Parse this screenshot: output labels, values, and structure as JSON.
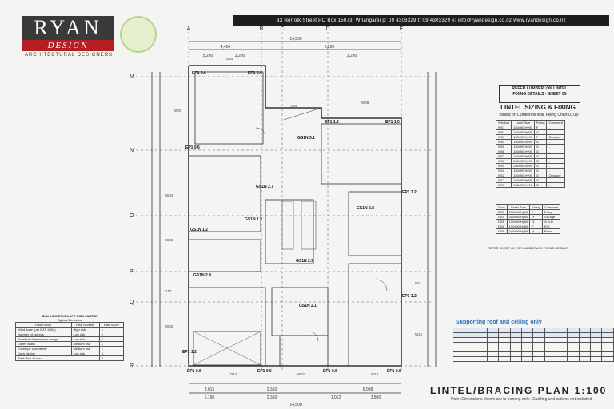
{
  "brand": {
    "name": "RYAN",
    "sub": "DESIGN",
    "tagline": "ARCHITECTURAL DESIGNERS"
  },
  "header": {
    "contact": "33 Norfolk Street PO Box 15073, Whangarei p: 09 4303329 f: 09 4303329 e: info@ryandesign.co.nz www.ryandesign.co.nz"
  },
  "grid_labels": {
    "columns": [
      "A",
      "B",
      "C",
      "D",
      "E"
    ],
    "rows": [
      "M",
      "N",
      "O",
      "P",
      "Q",
      "R"
    ]
  },
  "plan_labels": {
    "overall_width": "14,500",
    "top_dims": [
      "4,450",
      "6,290",
      "5,290",
      "3,200",
      "3,290"
    ],
    "bottom_dims": [
      "8,015",
      "2,350",
      "6,098",
      "6,190",
      "2,350",
      "1,012",
      "3,890",
      "14,500"
    ],
    "bracing_elements": [
      "EP1 0.6",
      "EP1 0.6",
      "EP1 1.2",
      "EP1 1.0",
      "EP1 0.6",
      "GS1N 3.1",
      "GS1N 2.7",
      "GS1N 1.2",
      "GS1N 1.2",
      "GS1N 2.8",
      "GS1N 2.9",
      "GS1N 2.4",
      "GS1N 2.1",
      "EP1 1.2",
      "EP1 1.2",
      "EP1 1.2",
      "EP1 0.6",
      "EP1 0.6",
      "EP1 0.6",
      "EP1 0.6"
    ],
    "lintels": [
      "D64",
      "D65",
      "W08",
      "W05",
      "W04",
      "W03",
      "W02",
      "W01",
      "W11",
      "W12",
      "W13",
      "D13",
      "D12"
    ]
  },
  "ref_note": {
    "line1": "REFER LUMBERLOK LINTEL",
    "line2": "FIXING DETAILS - SHEET 05"
  },
  "lintel_sizing": {
    "title": "LINTEL SIZING & FIXING",
    "subtitle": "Based on Lumberlok Wall Fixing Chart 01/10",
    "window_headers": [
      "Window",
      "Lintel Size",
      "Fixing",
      "Comment"
    ],
    "window_rows": [
      [
        "W01",
        "150x90 Hy90",
        "F",
        "-"
      ],
      [
        "W02",
        "150x90 Hy90",
        "G",
        "-"
      ],
      [
        "W03",
        "150x90 Hy90",
        "F",
        "Obscure"
      ],
      [
        "W04",
        "150x90 Hy90",
        "G",
        "-"
      ],
      [
        "W05",
        "150x90 Hy90",
        "G",
        "-"
      ],
      [
        "W06",
        "150x90 Hy90",
        "G",
        "-"
      ],
      [
        "W07",
        "150x90 Hy90",
        "G",
        "-"
      ],
      [
        "W08",
        "200x90 Hy90",
        "G",
        "-"
      ],
      [
        "W09",
        "200x90 Hy90",
        "G",
        "-"
      ],
      [
        "W10",
        "150x90 Hy90",
        "G",
        "-"
      ],
      [
        "W11",
        "150x90 Hy90",
        "G",
        "Obscure"
      ],
      [
        "W12",
        "150x90 Hy90",
        "G",
        "-"
      ],
      [
        "W13",
        "150x90 Hy90",
        "G",
        "-"
      ]
    ],
    "door_headers": [
      "Door",
      "Lintel Size",
      "Fixing",
      "Comment"
    ],
    "door_rows": [
      [
        "D01",
        "150x90 Hy90",
        "F",
        "Entry"
      ],
      [
        "D02",
        "300x90 Hy90",
        "H",
        "Garage"
      ],
      [
        "D03",
        "150x90 Hy90",
        "G",
        "G.B.D"
      ],
      [
        "D04",
        "150x90 Hy90",
        "F",
        "R/S"
      ],
      [
        "D05",
        "240x90 Hy90",
        "H",
        "Bifold"
      ]
    ],
    "footnote": "REFER SHEET 08 FOR LUMBERLOK FIXING DETAILS"
  },
  "risk_matrix": {
    "title": "BUILDING ENVELOPE RISK MATRIX",
    "subtitle": "Typical Elevation",
    "headers": [
      "Risk Factor",
      "Risk Severity",
      "Risk Score"
    ],
    "rows": [
      [
        "Wind zone (per NZS 3604)",
        "High risk",
        "1"
      ],
      [
        "Number of storeys",
        "Low risk",
        "0"
      ],
      [
        "Roof/wall intersection design",
        "Low risk",
        "0"
      ],
      [
        "Eaves width",
        "Medium risk",
        "1"
      ],
      [
        "Envelope complexity",
        "Medium risk",
        "1"
      ],
      [
        "Deck design",
        "Low risk",
        "0"
      ]
    ],
    "total_label": "Total Risk Score:",
    "total_value": "3"
  },
  "supporting": {
    "title": "Supporting roof and ceiling only"
  },
  "footer": {
    "title": "LINTEL/BRACING PLAN 1:100",
    "note": "Note: Dimensions shown are to framing only. Cladding and battens not included."
  },
  "colors": {
    "header_bg": "#1d1d1d",
    "logo_red": "#b51f24",
    "support_blue": "#2d6fb5"
  }
}
